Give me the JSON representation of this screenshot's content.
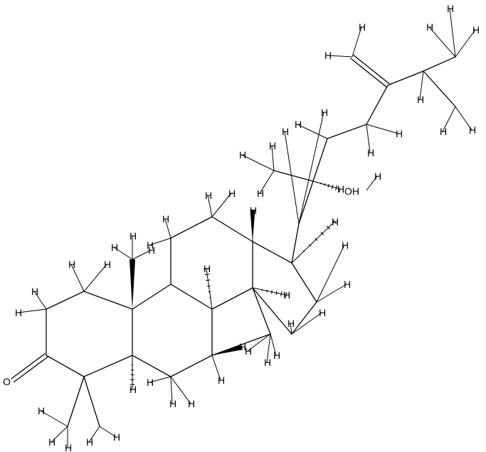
{
  "molecule": {
    "atom_labels": {
      "hydrogen": "H",
      "oxygen": "O",
      "ketone_oxygen": "O",
      "hydroxyl": "OH"
    },
    "colors": {
      "line": "#000000",
      "background": "#ffffff"
    }
  }
}
